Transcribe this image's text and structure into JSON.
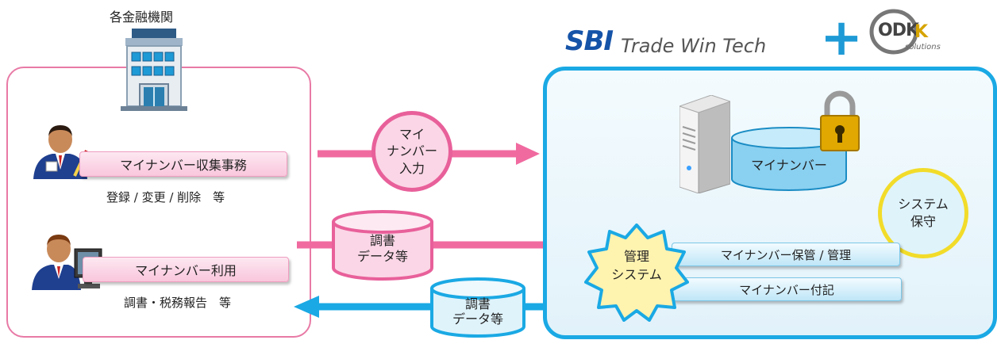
{
  "institution": {
    "title": "各金融機関",
    "collection_label": "マイナンバー収集事務",
    "collection_note": "登録 / 変更 / 削除　等",
    "usage_label": "マイナンバー利用",
    "usage_note": "調書・税務報告　等"
  },
  "flows": {
    "input_line1": "マイ",
    "input_line2": "ナンバー",
    "input_line3": "入力",
    "report_in_line1": "調書",
    "report_in_line2": "データ等",
    "report_out_line1": "調書",
    "report_out_line2": "データ等"
  },
  "logos": {
    "sbi": "SBI",
    "sbi_rest": "Trade Win Tech",
    "plus": "+",
    "odk": "ODK",
    "odk_sub": "solutions"
  },
  "system": {
    "db_label": "マイナンバー",
    "maintenance_line1": "システム",
    "maintenance_line2": "保守",
    "mgmt_line1": "管理",
    "mgmt_line2": "システム",
    "storage_label": "マイナンバー保管 / 管理",
    "assign_label": "マイナンバー付記"
  },
  "colors": {
    "pink_accent": "#e8609a",
    "blue_accent": "#1aa9e4",
    "lock_gold": "#e0a800",
    "sbi_blue": "#1553a8"
  }
}
